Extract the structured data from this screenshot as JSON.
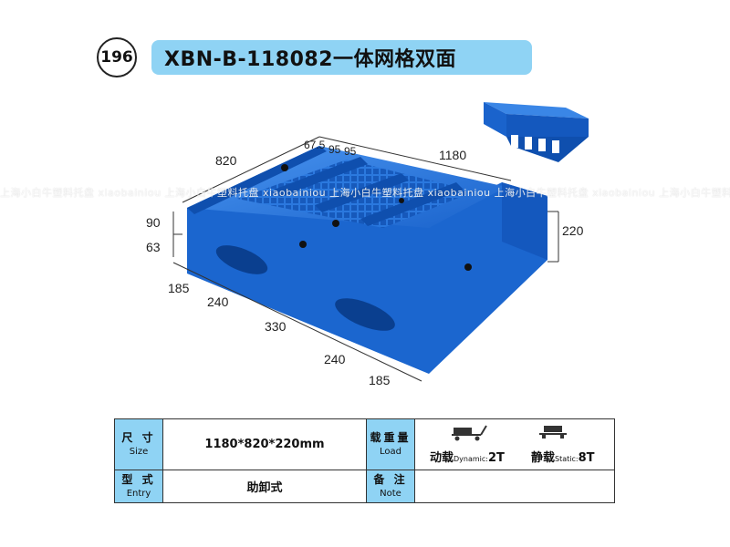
{
  "header": {
    "number": "196",
    "title": "XBN-B-118082一体网格双面"
  },
  "watermark": "上海小白牛塑料托盘 xiaobainiou 上海小白牛塑料托盘 xiaobainiou 上海小白牛塑料托盘 xiaobainiou 上海小白牛塑料托盘 xiaobainiou 上海小白牛塑料托盘 xiaobainiou",
  "dimensions": {
    "width": "820",
    "length": "1180",
    "top_a": "67.5",
    "top_b": "95",
    "top_c": "95",
    "h_upper": "90",
    "h_lower": "63",
    "h_total": "220",
    "bottom": [
      "185",
      "240",
      "330",
      "240",
      "185"
    ]
  },
  "spec": {
    "size_label_zh": "尺 寸",
    "size_label_en": "Size",
    "size_value": "1180*820*220mm",
    "load_label_zh": "载重量",
    "load_label_en": "Load",
    "dynamic_zh": "动载",
    "dynamic_en": "Dynamic:",
    "dynamic_value": "2T",
    "static_zh": "静载",
    "static_en": "Static:",
    "static_value": "8T",
    "entry_label_zh": "型 式",
    "entry_label_en": "Entry",
    "entry_value": "助卸式",
    "note_label_zh": "备 注",
    "note_label_en": "Note",
    "note_value": ""
  },
  "colors": {
    "pallet_blue": "#1f6fd6",
    "pallet_dark": "#0f4fae",
    "label_bg": "#8fd3f4"
  },
  "icons": [
    "forklift-cart-icon",
    "pallet-scale-icon"
  ]
}
